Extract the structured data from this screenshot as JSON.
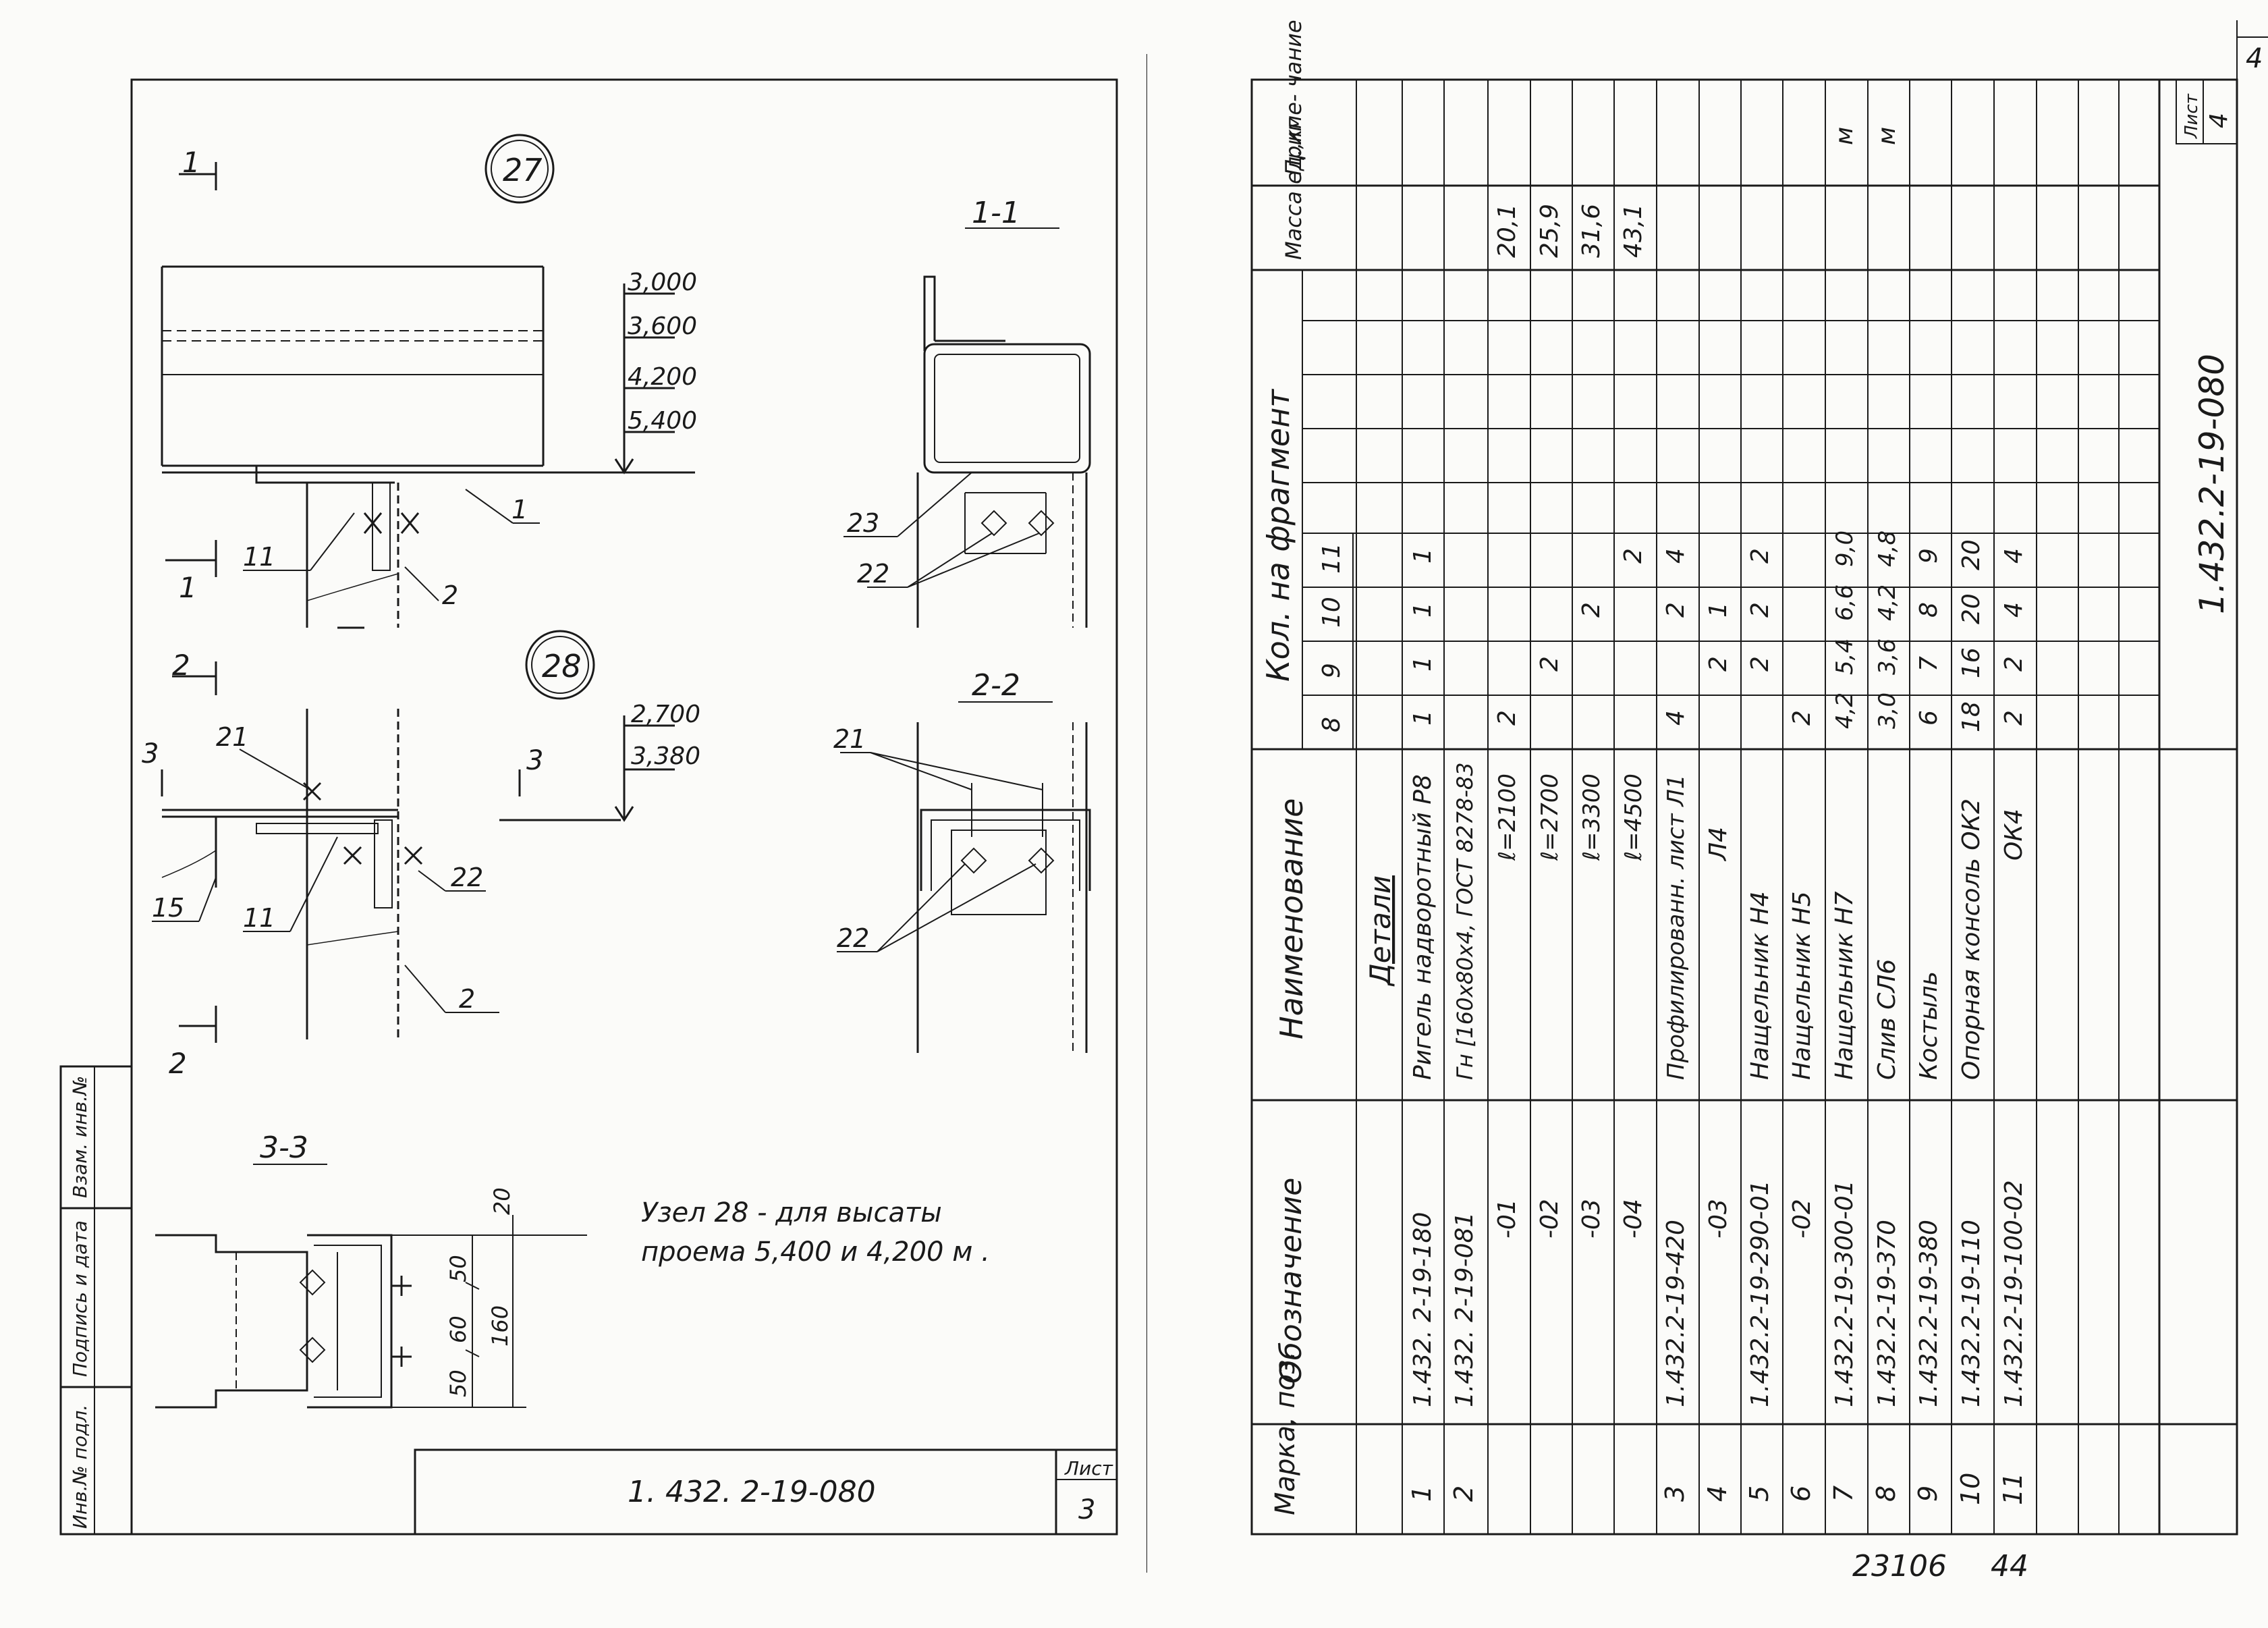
{
  "left_sheet": {
    "node27": "27",
    "node28": "28",
    "section_11": "1",
    "section_22": "2",
    "section_33": "3",
    "elev_27": [
      "3,000",
      "3,600",
      "4,200",
      "5,400"
    ],
    "elev_28": [
      "2,700",
      "3,380"
    ],
    "pos": {
      "p1": "1",
      "p2": "2",
      "p11": "11",
      "p21": "21",
      "p22": "22",
      "p23": "23",
      "p15": "15"
    },
    "section_titles": {
      "s1": "1-1",
      "s2": "2-2",
      "s3": "3-3"
    },
    "dims_33": {
      "d20": "20",
      "d50a": "50",
      "d60": "60",
      "d50b": "50",
      "d160": "160"
    },
    "note_line1": "Узел 28 - для высаты",
    "note_line2": "проема 5,400 и 4,200 м .",
    "stamp_labels": [
      "Инв.№ подл.",
      "Подпись и дата",
      "Взам. инв.№"
    ],
    "title_block": {
      "code": "1. 432. 2-19-080",
      "sheet_label": "Лист",
      "sheet_no": "3"
    }
  },
  "right_sheet": {
    "headers": {
      "mark": "Марка, поз.",
      "designation": "Обозначение",
      "name": "Наименование",
      "qty": "Кол. на фрагмент",
      "mass": "Масса ед.,кг",
      "note": "Приме- чание"
    },
    "qty_cols": [
      "8",
      "9",
      "10",
      "11"
    ],
    "subheading": "Детали",
    "rows": [
      {
        "mark": "1",
        "des": "1.432. 2-19-180",
        "name": "Ригель надворотный Р8",
        "q": [
          "1",
          "1",
          "1",
          "1"
        ],
        "mass": "",
        "note": ""
      },
      {
        "mark": "2",
        "des": "1.432. 2-19-081",
        "name": "Гн [160х80х4, ГОСТ 8278-83",
        "q": [
          "",
          "",
          "",
          ""
        ],
        "mass": "",
        "note": ""
      },
      {
        "mark": "",
        "des": "-01",
        "name": "ℓ=2100",
        "q": [
          "2",
          "",
          "",
          ""
        ],
        "mass": "20,1",
        "note": ""
      },
      {
        "mark": "",
        "des": "-02",
        "name": "ℓ=2700",
        "q": [
          "",
          "2",
          "",
          ""
        ],
        "mass": "25,9",
        "note": ""
      },
      {
        "mark": "",
        "des": "-03",
        "name": "ℓ=3300",
        "q": [
          "",
          "",
          "2",
          ""
        ],
        "mass": "31,6",
        "note": ""
      },
      {
        "mark": "",
        "des": "-04",
        "name": "ℓ=4500",
        "q": [
          "",
          "",
          "",
          "2"
        ],
        "mass": "43,1",
        "note": ""
      },
      {
        "mark": "3",
        "des": "1.432.2-19-420",
        "name": "Профилированн. лист Л1",
        "q": [
          "4",
          "",
          "2",
          "4"
        ],
        "mass": "",
        "note": ""
      },
      {
        "mark": "4",
        "des": "-03",
        "name": "Л4",
        "q": [
          "",
          "2",
          "1",
          ""
        ],
        "mass": "",
        "note": ""
      },
      {
        "mark": "5",
        "des": "1.432.2-19-290-01",
        "name": "Нащельник Н4",
        "q": [
          "",
          "2",
          "2",
          "2"
        ],
        "mass": "",
        "note": ""
      },
      {
        "mark": "6",
        "des": "-02",
        "name": "Нащельник Н5",
        "q": [
          "2",
          "",
          "",
          ""
        ],
        "mass": "",
        "note": ""
      },
      {
        "mark": "7",
        "des": "1.432.2-19-300-01",
        "name": "Нащельник Н7",
        "q": [
          "4,2",
          "5,4",
          "6,6",
          "9,0"
        ],
        "mass": "",
        "note": "м"
      },
      {
        "mark": "8",
        "des": "1.432.2-19-370",
        "name": "Слив СЛ6",
        "q": [
          "3,0",
          "3,6",
          "4,2",
          "4,8"
        ],
        "mass": "",
        "note": "м"
      },
      {
        "mark": "9",
        "des": "1.432.2-19-380",
        "name": "Костыль",
        "q": [
          "6",
          "7",
          "8",
          "9"
        ],
        "mass": "",
        "note": ""
      },
      {
        "mark": "10",
        "des": "1.432.2-19-110",
        "name": "Опорная   консоль ОК2",
        "q": [
          "18",
          "16",
          "20",
          "20"
        ],
        "mass": "",
        "note": ""
      },
      {
        "mark": "11",
        "des": "1.432.2-19-100-02",
        "name": "ОК4",
        "q": [
          "2",
          "2",
          "4",
          "4"
        ],
        "mass": "",
        "note": ""
      }
    ],
    "bottom_code": "1.432.2-19-080",
    "sheet_label": "Лист",
    "sheet_no": "4",
    "corner_digit": "4",
    "footer_numbers": [
      "23106",
      "44"
    ]
  }
}
